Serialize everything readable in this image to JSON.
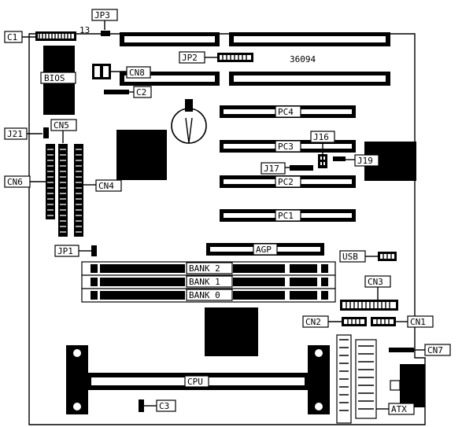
{
  "diagram": {
    "labels": {
      "c1": "C1",
      "jp3": "JP3",
      "pin13": "13",
      "jp2": "JP2",
      "board_id": "36094",
      "bios": "BIOS",
      "cn8": "CN8",
      "c2": "C2",
      "pc4": "PC4",
      "pc3": "PC3",
      "j16": "J16",
      "j19": "J19",
      "j17": "J17",
      "pc2": "PC2",
      "pc1": "PC1",
      "j21": "J21",
      "cn5": "CN5",
      "cn6": "CN6",
      "cn4": "CN4",
      "jp1": "JP1",
      "agp": "AGP",
      "usb": "USB",
      "bank2": "BANK 2",
      "bank1": "BANK 1",
      "bank0": "BANK 0",
      "cn3": "CN3",
      "cn2": "CN2",
      "cn1": "CN1",
      "cn7": "CN7",
      "cpu": "CPU",
      "c3": "C3",
      "atx": "ATX"
    }
  }
}
